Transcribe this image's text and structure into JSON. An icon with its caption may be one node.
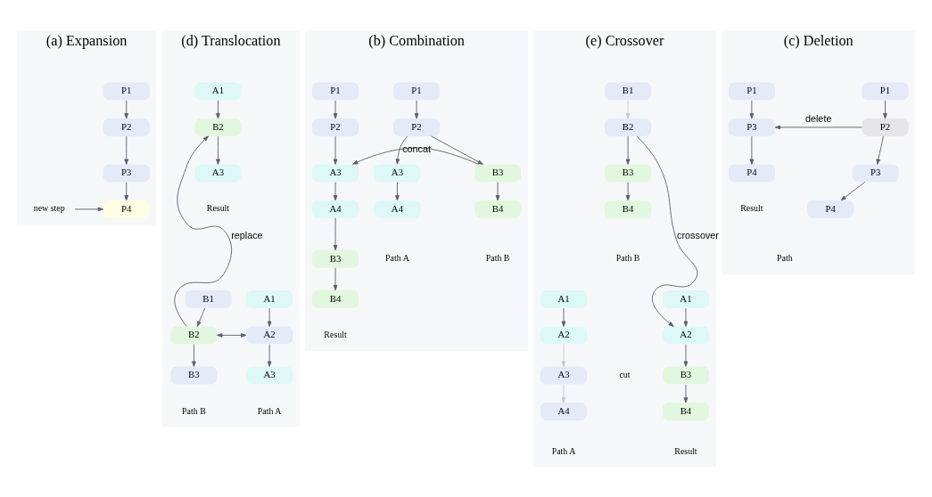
{
  "diagram": {
    "nodes": [
      {
        "text": [
          "(a) Expansion"
        ]
      },
      {
        "text": [
          "P1"
        ],
        "in": 0
      },
      {
        "text": [
          "P2"
        ],
        "in": 0
      },
      {
        "text": [
          "P3"
        ],
        "in": 0
      },
      {
        "text": [
          "P4"
        ],
        "in": 0
      },
      {
        "text": [
          "new step"
        ],
        "in": 0
      },
      {
        "text": [
          "(b) Combination"
        ]
      },
      {
        "text": [
          "P1"
        ],
        "in": 6
      },
      {
        "text": [
          "P2"
        ],
        "in": 6
      },
      {
        "text": [
          "A3"
        ],
        "in": 6
      },
      {
        "text": [
          "A4"
        ],
        "in": 6
      },
      {
        "text": [
          "B3"
        ],
        "in": 6
      },
      {
        "text": [
          "B4"
        ],
        "in": 6
      },
      {
        "text": [
          "P1"
        ],
        "in": 6
      },
      {
        "text": [
          "P2"
        ],
        "in": 6
      },
      {
        "text": [
          "A3"
        ],
        "in": 6
      },
      {
        "text": [
          "A4"
        ],
        "in": 6
      },
      {
        "text": [
          "B3"
        ],
        "in": 6
      },
      {
        "text": [
          "B4"
        ],
        "in": 6
      },
      {
        "text": [
          "(c) Deletion"
        ]
      },
      {
        "text": [
          "P1"
        ],
        "in": 19
      },
      {
        "text": [
          "P2"
        ],
        "in": 19
      },
      {
        "text": [
          "P3"
        ],
        "in": 19
      },
      {
        "text": [
          "P4"
        ],
        "in": 19
      },
      {
        "text": [
          "P1"
        ],
        "in": 19
      },
      {
        "text": [
          "P3"
        ],
        "in": 19
      },
      {
        "text": [
          "P4"
        ],
        "in": 19
      },
      {
        "text": [
          "(d) Translocation"
        ]
      },
      {
        "text": [
          "A1"
        ],
        "in": 27
      },
      {
        "text": [
          "A2"
        ],
        "in": 27
      },
      {
        "text": [
          "A3"
        ],
        "in": 27
      },
      {
        "text": [
          "B1"
        ],
        "in": 27
      },
      {
        "text": [
          "B2"
        ],
        "in": 27
      },
      {
        "text": [
          "B3"
        ],
        "in": 27
      },
      {
        "text": [
          "A1"
        ],
        "in": 27
      },
      {
        "text": [
          "B2"
        ],
        "in": 27
      },
      {
        "text": [
          "A3"
        ],
        "in": 27
      },
      {
        "text": [
          "(e) Crossover"
        ]
      },
      {
        "text": [
          "A1"
        ],
        "in": 37
      },
      {
        "text": [
          "A2"
        ],
        "in": 37
      },
      {
        "text": [
          "A3"
        ],
        "in": 37
      },
      {
        "text": [
          "A4"
        ],
        "in": 37
      },
      {
        "text": [
          "B1"
        ],
        "in": 37
      },
      {
        "text": [
          "B2"
        ],
        "in": 37
      },
      {
        "text": [
          "B3"
        ],
        "in": 37
      },
      {
        "text": [
          "B4"
        ],
        "in": 37
      },
      {
        "text": [
          "A1"
        ],
        "in": 37
      },
      {
        "text": [
          "A2"
        ],
        "in": 37
      },
      {
        "text": [
          "B3"
        ],
        "in": 37
      },
      {
        "text": [
          "B4"
        ],
        "in": 37
      }
    ],
    "edges": [
      {
        "from": 1,
        "to": 2,
        "arrow": "to"
      },
      {
        "from": 2,
        "to": 3,
        "arrow": "to"
      },
      {
        "from": 3,
        "to": 4,
        "arrow": "to"
      },
      {
        "from": 5,
        "to": 4,
        "arrow": "to"
      },
      {
        "from": 7,
        "to": 8,
        "arrow": "to"
      },
      {
        "from": 8,
        "to": 9,
        "arrow": "to"
      },
      {
        "from": 8,
        "to": 11,
        "arrow": "to"
      },
      {
        "from": 9,
        "to": 10,
        "arrow": "to"
      },
      {
        "from": 11,
        "to": 12,
        "arrow": "to"
      },
      {
        "from": 13,
        "to": 14,
        "arrow": "to"
      },
      {
        "from": 14,
        "to": 15,
        "arrow": "to"
      },
      {
        "from": 15,
        "to": 16,
        "arrow": "to"
      },
      {
        "from": 16,
        "to": 17,
        "arrow": "to"
      },
      {
        "from": 17,
        "to": 18,
        "arrow": "to"
      },
      {
        "from": 11,
        "to": 15,
        "arrow": "to",
        "label": "concat"
      },
      {
        "from": 20,
        "to": 21,
        "arrow": "to"
      },
      {
        "from": 21,
        "to": 22,
        "arrow": "to"
      },
      {
        "from": 22,
        "to": 23,
        "arrow": "to"
      },
      {
        "from": 24,
        "to": 25,
        "arrow": "to"
      },
      {
        "from": 25,
        "to": 26,
        "arrow": "to"
      },
      {
        "from": 21,
        "to": 25,
        "arrow": "to",
        "label": "delete"
      },
      {
        "from": 28,
        "to": 29,
        "arrow": "to"
      },
      {
        "from": 29,
        "to": 30,
        "arrow": "to"
      },
      {
        "from": 31,
        "to": 32,
        "arrow": "to"
      },
      {
        "from": 32,
        "to": 33,
        "arrow": "to"
      },
      {
        "from": 29,
        "to": 32,
        "arrow": "both"
      },
      {
        "from": 34,
        "to": 35,
        "arrow": "to"
      },
      {
        "from": 35,
        "to": 36,
        "arrow": "to"
      },
      {
        "from": 32,
        "to": 35,
        "arrow": "to",
        "label": "replace"
      },
      {
        "from": 38,
        "to": 39,
        "arrow": "to"
      },
      {
        "from": 39,
        "to": 40,
        "arrow": "to",
        "color": "#c8c8cc"
      },
      {
        "from": 40,
        "to": 41,
        "arrow": "to",
        "color": "#c8c8cc"
      },
      {
        "from": 42,
        "to": 43,
        "arrow": "to",
        "color": "#c8c8cc"
      },
      {
        "from": 43,
        "to": 44,
        "arrow": "to"
      },
      {
        "from": 44,
        "to": 45,
        "arrow": "to"
      },
      {
        "from": 46,
        "to": 47,
        "arrow": "to"
      },
      {
        "from": 47,
        "to": 48,
        "arrow": "to"
      },
      {
        "from": 48,
        "to": 49,
        "arrow": "to"
      },
      {
        "from": 43,
        "to": 47,
        "arrow": "to",
        "label": "crossover"
      }
    ],
    "labels": [
      "Path A",
      "Path B",
      "Result",
      "Path",
      "Result",
      "Path A",
      "Path B",
      "Result",
      "cut",
      "Path A",
      "Path B",
      "Result"
    ]
  }
}
